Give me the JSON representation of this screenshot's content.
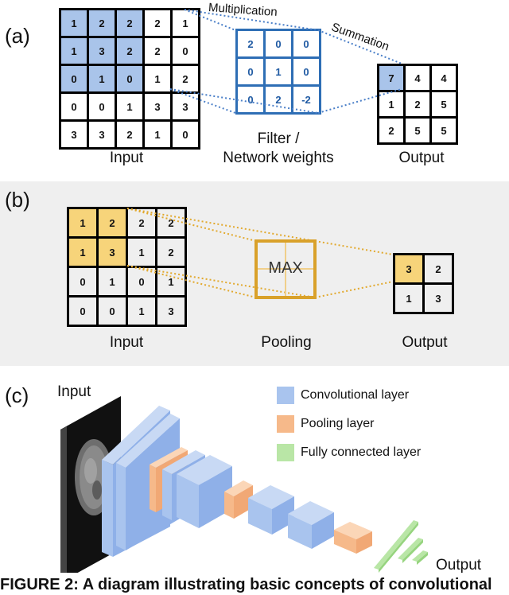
{
  "panel_a": {
    "letter": "(a)",
    "input_grid": [
      [
        1,
        2,
        2,
        2,
        1
      ],
      [
        1,
        3,
        2,
        2,
        0
      ],
      [
        0,
        1,
        0,
        1,
        2
      ],
      [
        0,
        0,
        1,
        3,
        3
      ],
      [
        3,
        3,
        2,
        1,
        0
      ]
    ],
    "filter_grid": [
      [
        2,
        0,
        0
      ],
      [
        0,
        1,
        0
      ],
      [
        0,
        2,
        -2
      ]
    ],
    "output_grid": [
      [
        7,
        4,
        4
      ],
      [
        1,
        2,
        5
      ],
      [
        2,
        5,
        5
      ]
    ],
    "label_input": "Input",
    "label_filter_1": "Filter /",
    "label_filter_2": "Network weights",
    "label_output": "Output",
    "label_multiplication": "Multiplication",
    "label_summation": "Summation"
  },
  "panel_b": {
    "letter": "(b)",
    "input_grid": [
      [
        1,
        2,
        2,
        2
      ],
      [
        1,
        3,
        1,
        2
      ],
      [
        0,
        1,
        0,
        1
      ],
      [
        0,
        0,
        1,
        3
      ]
    ],
    "output_grid": [
      [
        3,
        2
      ],
      [
        1,
        3
      ]
    ],
    "label_input": "Input",
    "label_pooling": "Pooling",
    "label_output": "Output",
    "pool_op": "MAX"
  },
  "panel_c": {
    "letter": "(c)",
    "label_input": "Input",
    "label_output": "Output",
    "legend": [
      {
        "label": "Convolutional layer",
        "color": "#a9c4ee"
      },
      {
        "label": "Pooling layer",
        "color": "#f6b98a"
      },
      {
        "label": "Fully connected layer",
        "color": "#b9e6a6"
      }
    ]
  },
  "figure_caption": "FIGURE 2: A diagram illustrating basic concepts of convolutional"
}
